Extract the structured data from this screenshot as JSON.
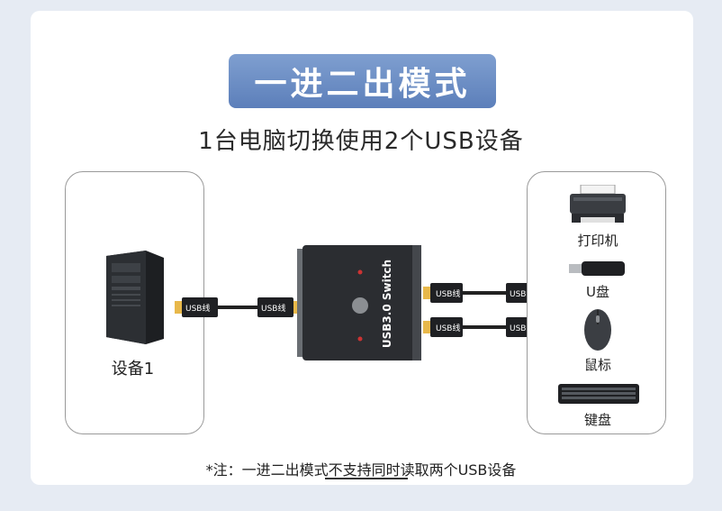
{
  "title": "一进二出模式",
  "subtitle": "1台电脑切换使用2个USB设备",
  "left_panel": {
    "device_label": "设备1"
  },
  "cable_label": "USB线",
  "switch_label": "USB3.0 Switch",
  "right_panel": {
    "devices": [
      {
        "label": "打印机",
        "icon": "printer-icon"
      },
      {
        "label": "U盘",
        "icon": "usb-drive-icon"
      },
      {
        "label": "鼠标",
        "icon": "mouse-icon"
      },
      {
        "label": "键盘",
        "icon": "keyboard-icon"
      }
    ]
  },
  "footnote": "*注：一进二出模式不支持同时读取两个USB设备",
  "colors": {
    "accent": "#6b8cc3",
    "switch_body": "#2b2d31",
    "plug": "#e8b84a"
  }
}
